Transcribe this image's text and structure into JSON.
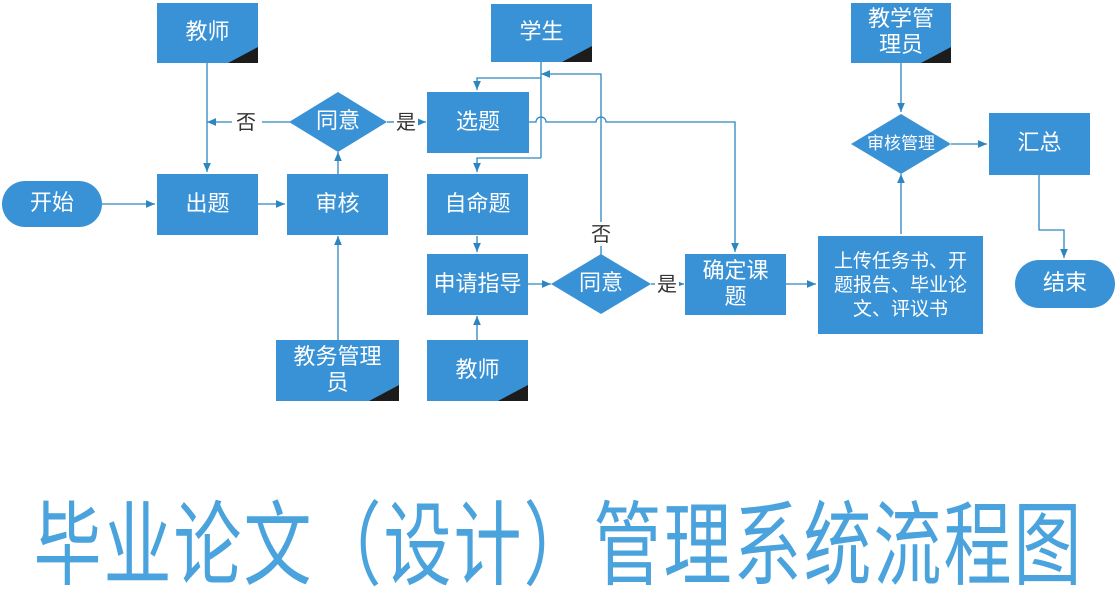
{
  "nodes": {
    "teacher_top": "教师",
    "student": "学生",
    "teaching_admin_top": "教学管\n理员",
    "start": "开始",
    "set_question": "出题",
    "review": "审核",
    "agree_top": "同意",
    "select_topic": "选题",
    "self_topic": "自命题",
    "apply_guidance": "申请指导",
    "agree_mid": "同意",
    "confirm_topic": "确定课\n题",
    "upload": "上传任务书、开\n题报告、毕业论\n文、评议书",
    "review_mgmt": "审核管理",
    "summary": "汇总",
    "end": "结束",
    "academic_admin": "教务管理\n员",
    "teacher_bottom": "教师"
  },
  "labels": {
    "no_left": "否",
    "yes_top": "是",
    "no_mid": "否",
    "yes_mid": "是"
  },
  "title": "毕业论文（设计）管理系统流程图",
  "colors": {
    "node": "#3a92d6",
    "line": "#2e86c1",
    "title": "#4aa3dc"
  }
}
